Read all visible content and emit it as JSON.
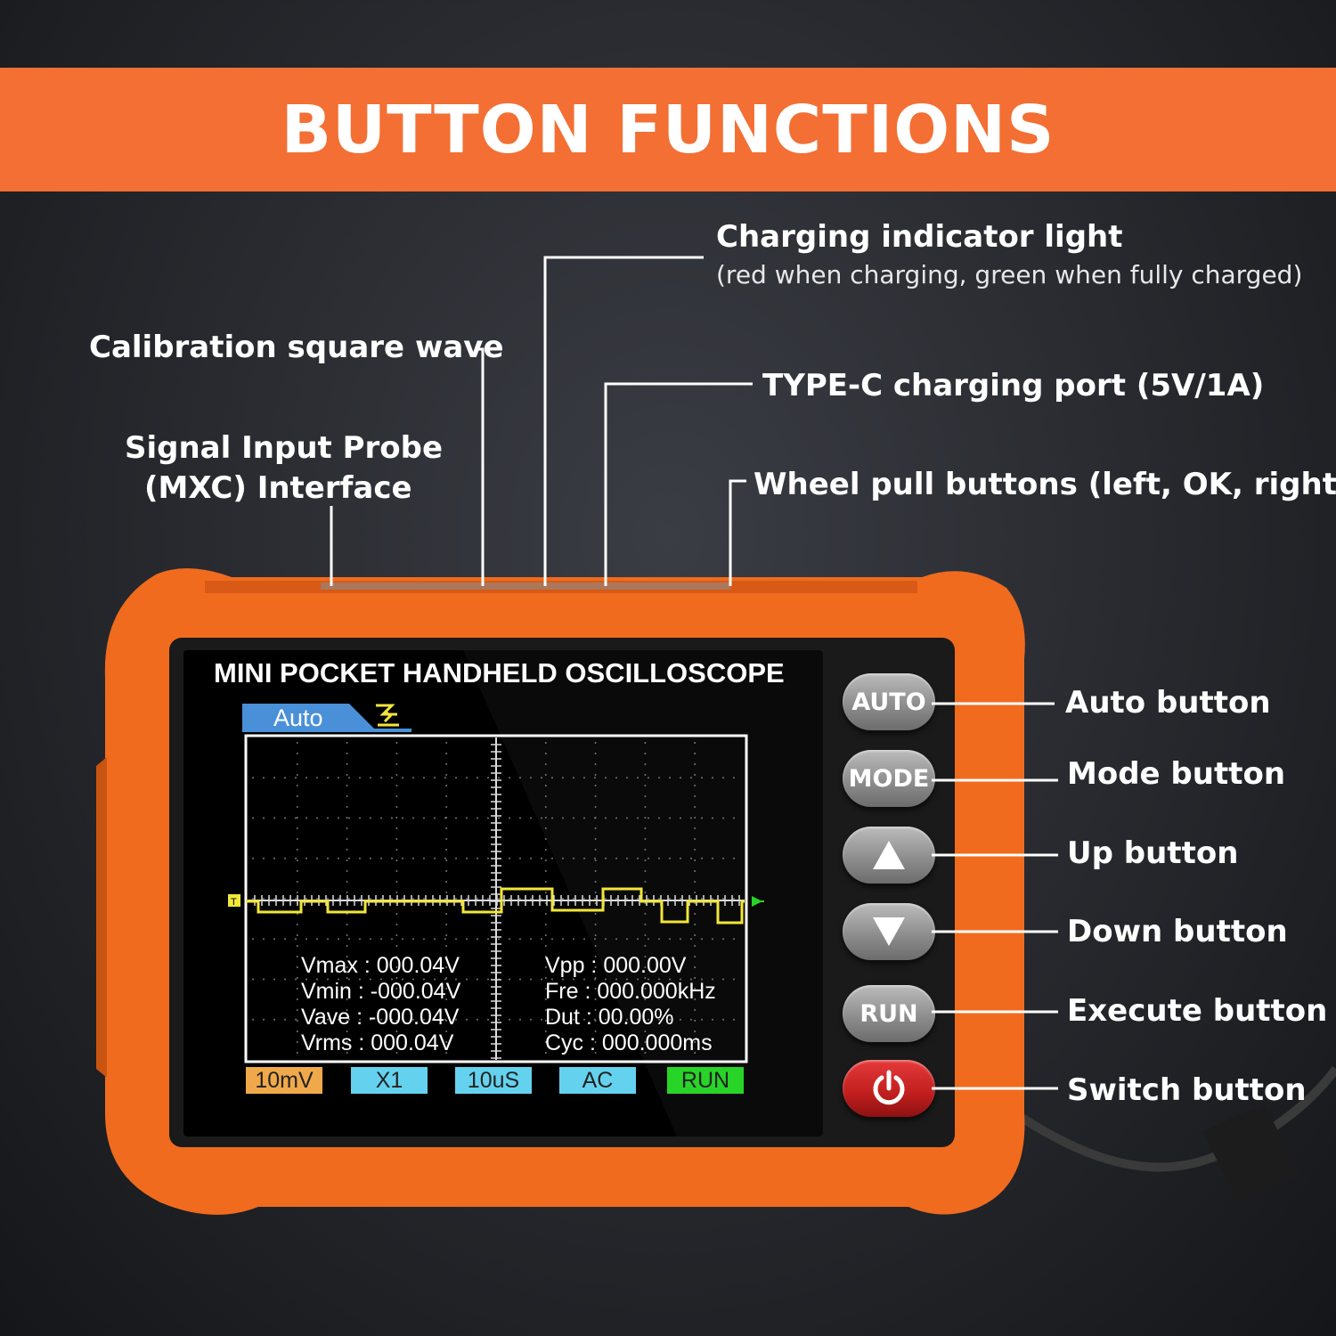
{
  "banner": {
    "title": "BUTTON FUNCTIONS",
    "color": "#f36f34"
  },
  "callouts": {
    "charging_light": "Charging indicator light",
    "charging_light_note": "(red when charging, green when fully charged)",
    "calibration": "Calibration square wave",
    "typec": "TYPE-C charging port (5V/1A)",
    "probe_line1": "Signal Input Probe",
    "probe_line2": "(MXC) Interface",
    "wheel": "Wheel pull buttons (left, OK, right)",
    "auto": "Auto button",
    "mode": "Mode button",
    "up": "Up button",
    "down": "Down button",
    "execute": "Execute button",
    "switch": "Switch button"
  },
  "device": {
    "body_color": "#f06b1e",
    "screen_title": "MINI POCKET HANDHELD OSCILLOSCOPE",
    "mode_tab": "Auto",
    "trace_color": "#f2e63a",
    "measurements_left": {
      "vmax": "Vmax : 000.04V",
      "vmin": "Vmin : -000.04V",
      "vave": "Vave : -000.04V",
      "vrms": "Vrms : 000.04V"
    },
    "measurements_right": {
      "vpp": "Vpp : 000.00V",
      "fre": "Fre : 000.000kHz",
      "dut": "Dut : 00.00%",
      "cyc": "Cyc : 000.000ms"
    },
    "status_bar": [
      {
        "label": "10mV",
        "color": "#f0a94a"
      },
      {
        "label": "X1",
        "color": "#64d2ee"
      },
      {
        "label": "10uS",
        "color": "#64d2ee"
      },
      {
        "label": "AC",
        "color": "#64d2ee"
      },
      {
        "label": "RUN",
        "color": "#28d428"
      }
    ],
    "buttons": {
      "auto": "AUTO",
      "mode": "MODE",
      "run": "RUN"
    }
  }
}
